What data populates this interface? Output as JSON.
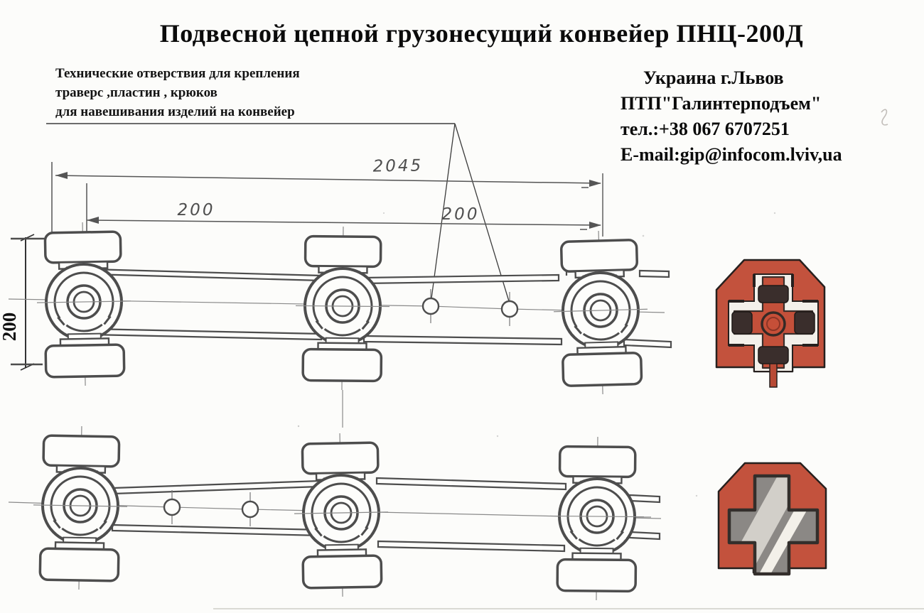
{
  "title": "Подвесной цепной грузонесущий конвейер ПНЦ-200Д",
  "annotation": {
    "lines": [
      "Технические отверствия для крепления",
      "траверс ,пластин , крюков",
      "для навешивания изделий на конвейер"
    ]
  },
  "contact": {
    "country_city": "Украина  г.Львов",
    "company": "ПТП\"Галинтерподъем\"",
    "phone": "тел.:+38 067 6707251",
    "email": "E-mail:gip@infocom.lviv,ua"
  },
  "dimensions": {
    "overall_length": "2045",
    "hole_pitch_left": "200",
    "hole_pitch_right": "200",
    "track_height": "200"
  },
  "icons": [
    {
      "name": "track-cross-section-with-trolley-icon"
    },
    {
      "name": "track-profile-cross-section-icon"
    }
  ],
  "colors": {
    "accent_red": "#c3523d",
    "wheel_dark": "#3a2e2c",
    "drawing_line": "#4d4d4d"
  }
}
